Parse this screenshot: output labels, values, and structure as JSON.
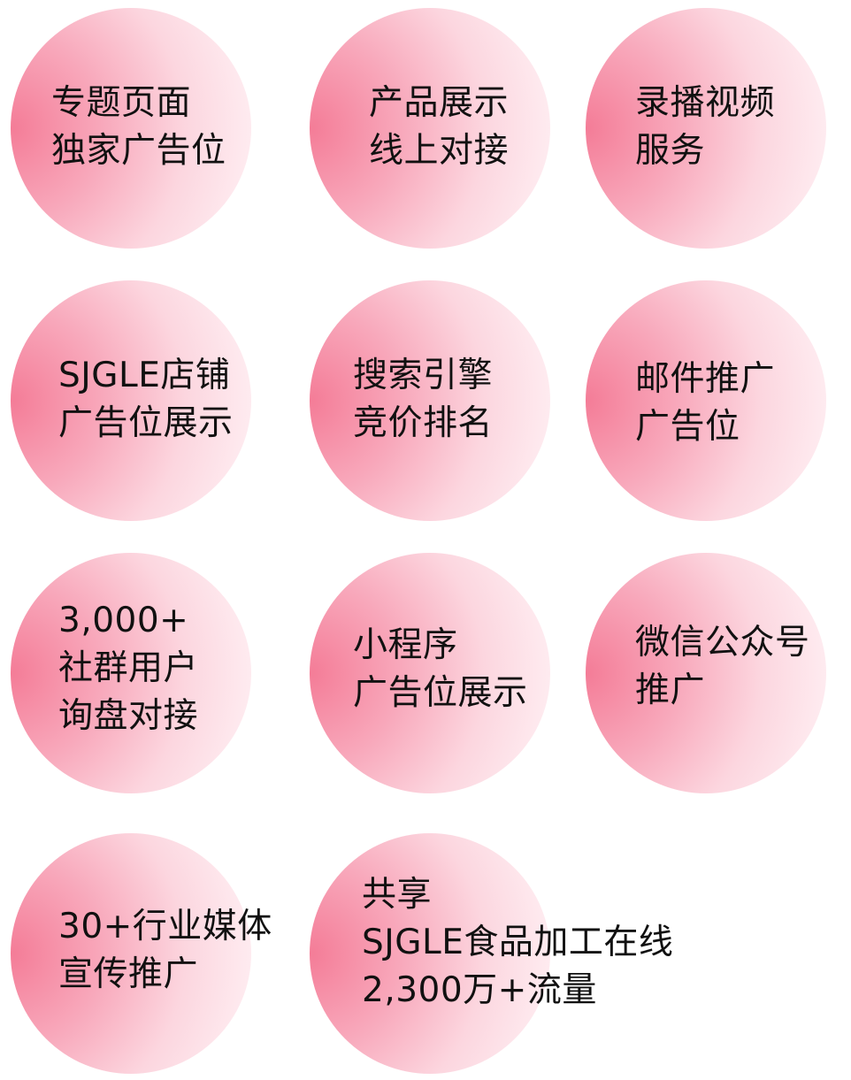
{
  "services": [
    {
      "lines": [
        "专题页面",
        "独家广告位"
      ]
    },
    {
      "lines": [
        "产品展示",
        "线上对接"
      ]
    },
    {
      "lines": [
        "录播视频",
        "服务"
      ]
    },
    {
      "lines": [
        "SJGLE店铺",
        "广告位展示"
      ]
    },
    {
      "lines": [
        "搜索引擎",
        "竞价排名"
      ]
    },
    {
      "lines": [
        "邮件推广",
        "广告位"
      ]
    },
    {
      "lines": [
        "3,000+",
        "社群用户",
        "询盘对接"
      ]
    },
    {
      "lines": [
        "小程序",
        "广告位展示"
      ]
    },
    {
      "lines": [
        "微信公众号",
        "推广"
      ]
    },
    {
      "lines": [
        "30+行业媒体",
        "宣传推广"
      ]
    },
    {
      "lines": [
        "共享",
        "SJGLE食品加工在线",
        "2,300万+流量"
      ]
    }
  ],
  "colors": {
    "circle_gradient_start": "#f47c97",
    "circle_gradient_mid": "#f8a8bb",
    "circle_gradient_end": "#fff4f7",
    "text": "#111111"
  }
}
